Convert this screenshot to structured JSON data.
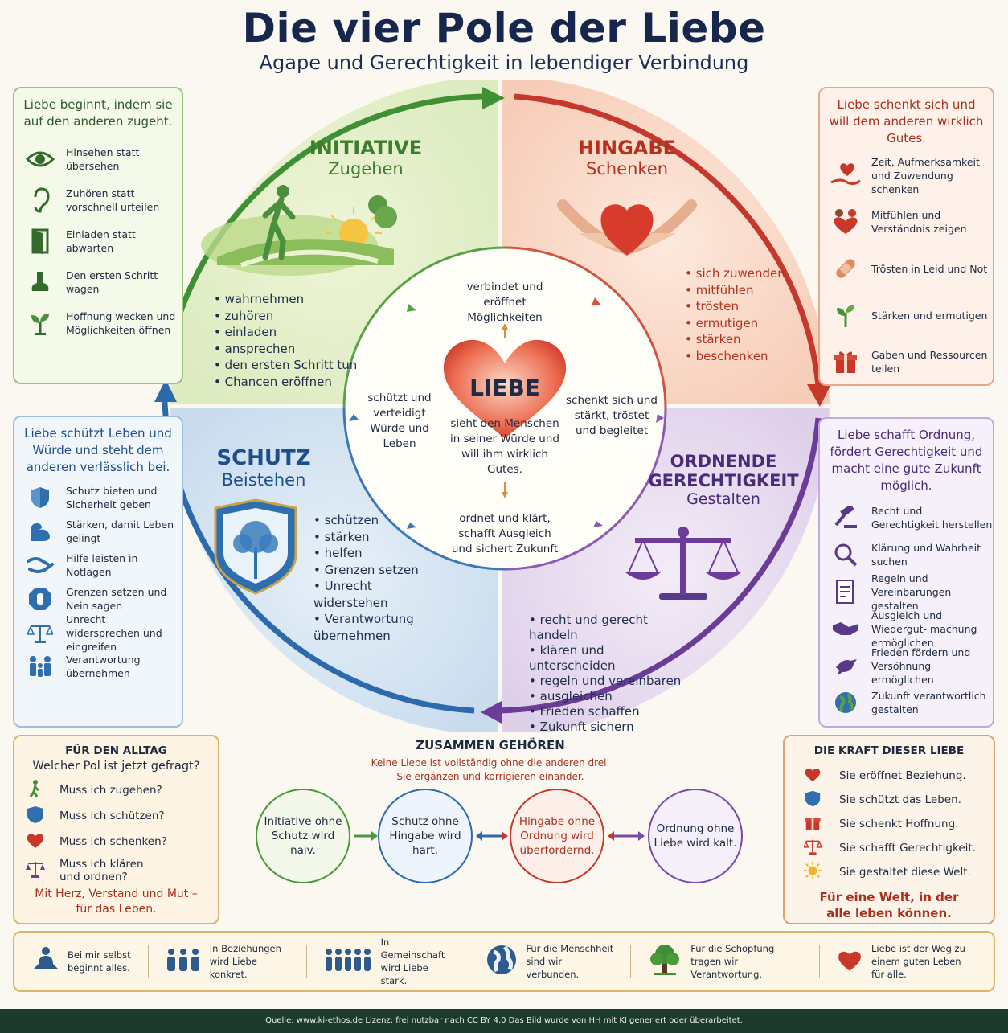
{
  "title": "Die vier Pole der Liebe",
  "subtitle": "Agape und Gerechtigkeit in lebendiger Verbindung",
  "colors": {
    "green": "#3f8f35",
    "red": "#c4392c",
    "purple": "#6b3d98",
    "blue": "#2d6aab",
    "navy": "#17264d",
    "orange": "#c99a3c"
  },
  "left_top": {
    "intro": "Liebe beginnt, indem sie auf den anderen zugeht.",
    "items": [
      {
        "icon": "eye-icon",
        "text": "Hinsehen statt übersehen"
      },
      {
        "icon": "ear-icon",
        "text": "Zuhören statt vorschnell urteilen"
      },
      {
        "icon": "door-icon",
        "text": "Einladen statt abwarten"
      },
      {
        "icon": "footstep-icon",
        "text": "Den ersten Schritt wagen"
      },
      {
        "icon": "sprout-icon",
        "text": "Hoffnung wecken und Möglichkeiten öffnen"
      }
    ]
  },
  "right_top": {
    "intro": "Liebe schenkt sich und will dem anderen wirklich Gutes.",
    "items": [
      {
        "icon": "heart-hand-icon",
        "text": "Zeit, Aufmerksamkeit und Zuwendung schenken"
      },
      {
        "icon": "hearts-people-icon",
        "text": "Mitfühlen und Verständnis zeigen"
      },
      {
        "icon": "bandage-icon",
        "text": "Trösten in Leid und Not"
      },
      {
        "icon": "plant-icon",
        "text": "Stärken und ermutigen"
      },
      {
        "icon": "gift-icon",
        "text": "Gaben und Ressourcen teilen"
      }
    ]
  },
  "left_mid": {
    "intro": "Liebe schützt Leben und Würde und steht dem anderen verlässlich bei.",
    "items": [
      {
        "icon": "shield-icon",
        "text": "Schutz bieten und Sicherheit geben"
      },
      {
        "icon": "muscle-icon",
        "text": "Stärken, damit Leben gelingt"
      },
      {
        "icon": "helping-hands-icon",
        "text": "Hilfe leisten in Notlagen"
      },
      {
        "icon": "stop-hand-icon",
        "text": "Grenzen setzen und Nein sagen"
      },
      {
        "icon": "scales-icon",
        "text": "Unrecht widersprechen und eingreifen"
      },
      {
        "icon": "family-icon",
        "text": "Verantwortung übernehmen"
      }
    ]
  },
  "right_mid": {
    "intro": "Liebe schafft Ordnung, fördert Gerechtigkeit und macht eine gute Zukunft möglich.",
    "items": [
      {
        "icon": "gavel-icon",
        "text": "Recht und Gerechtigkeit herstellen"
      },
      {
        "icon": "magnifier-icon",
        "text": "Klärung und Wahrheit suchen"
      },
      {
        "icon": "document-icon",
        "text": "Regeln und Vereinbarungen gestalten"
      },
      {
        "icon": "handshake-icon",
        "text": "Ausgleich und Wiedergut- machung ermöglichen"
      },
      {
        "icon": "dove-icon",
        "text": "Frieden fördern und Versöhnung ermöglichen"
      },
      {
        "icon": "globe-icon",
        "text": "Zukunft verantwortlich gestalten"
      }
    ]
  },
  "initiative": {
    "title": "INITIATIVE",
    "sub": "Zugehen",
    "items": [
      "wahrnehmen",
      "zuhören",
      "einladen",
      "ansprechen",
      "den ersten Schritt tun",
      "Chancen eröffnen"
    ]
  },
  "hingabe": {
    "title": "HINGABE",
    "sub": "Schenken",
    "items": [
      "sich zuwenden",
      "mitfühlen",
      "trösten",
      "ermutigen",
      "stärken",
      "beschenken"
    ]
  },
  "schutz": {
    "title": "SCHUTZ",
    "sub": "Beistehen",
    "items": [
      "schützen",
      "stärken",
      "helfen",
      "Grenzen setzen",
      "Unrecht widerstehen",
      "Verantwortung übernehmen"
    ]
  },
  "ordnung": {
    "title1": "ORDNENDE",
    "title2": "GERECHTIGKEIT",
    "sub": "Gestalten",
    "items": [
      "recht und gerecht handeln",
      "klären und unterscheiden",
      "regeln und vereinbaren",
      "ausgleichen",
      "Frieden schaffen",
      "Zukunft sichern"
    ]
  },
  "center": {
    "heart": "LIEBE",
    "top": "verbindet und eröffnet Möglichkeiten",
    "left": "schützt und verteidigt Würde und Leben",
    "right": "schenkt sich und stärkt, tröstet und begleitet",
    "bottom": "ordnet und klärt, schafft Ausgleich und sichert Zukunft",
    "middle": "sieht den Menschen in seiner Würde und will ihm wirklich Gutes."
  },
  "alltag": {
    "title": "FÜR DEN ALLTAG",
    "question": "Welcher Pol ist jetzt gefragt?",
    "items": [
      {
        "icon": "walker-icon",
        "text": "Muss ich zugehen?"
      },
      {
        "icon": "shield-icon",
        "text": "Muss ich schützen?"
      },
      {
        "icon": "heart-icon",
        "text": "Muss ich schenken?"
      },
      {
        "icon": "scales-icon",
        "text": "Muss ich klären und ordnen?"
      }
    ],
    "closing": "Mit Herz, Verstand und Mut – für das Leben."
  },
  "zusammen": {
    "title": "ZUSAMMEN GEHÖREN",
    "line1": "Keine Liebe ist vollständig ohne die anderen drei.",
    "line2": "Sie ergänzen und korrigieren einander.",
    "circles": [
      {
        "text": "Initiative ohne Schutz wird naiv.",
        "color": "#4a9a3c"
      },
      {
        "text": "Schutz ohne Hingabe wird hart.",
        "color": "#2d6aab"
      },
      {
        "text": "Hingabe ohne Ordnung wird überfordernd.",
        "color": "#c4392c"
      },
      {
        "text": "Ordnung ohne Liebe wird kalt.",
        "color": "#7a4aa8"
      }
    ]
  },
  "kraft": {
    "title": "DIE KRAFT DIESER LIEBE",
    "items": [
      {
        "icon": "heart-icon",
        "text": "Sie eröffnet Beziehung."
      },
      {
        "icon": "shield-icon",
        "text": "Sie schützt das Leben."
      },
      {
        "icon": "gift-icon",
        "text": "Sie schenkt Hoffnung."
      },
      {
        "icon": "scales-icon",
        "text": "Sie schafft Gerechtigkeit."
      },
      {
        "icon": "sun-icon",
        "text": "Sie gestaltet diese Welt."
      }
    ],
    "closing": "Für eine Welt, in der alle leben können."
  },
  "footer": [
    {
      "icon": "meditation-icon",
      "text": "Bei mir selbst beginnt alles."
    },
    {
      "icon": "people-icon",
      "text": "In Beziehungen wird Liebe konkret."
    },
    {
      "icon": "community-icon",
      "text": "In Gemeinschaft wird Liebe stark."
    },
    {
      "icon": "globe-icon",
      "text": "Für die Menschheit sind wir verbunden."
    },
    {
      "icon": "tree-icon",
      "text": "Für die Schöpfung tragen wir Verantwortung."
    },
    {
      "icon": "heart-icon",
      "text": "Liebe ist der Weg zu einem guten Leben für alle."
    }
  ],
  "source": "Quelle: www.ki-ethos.de Lizenz: frei nutzbar nach CC BY 4.0 Das Bild wurde von HH mit KI generiert oder überarbeitet."
}
